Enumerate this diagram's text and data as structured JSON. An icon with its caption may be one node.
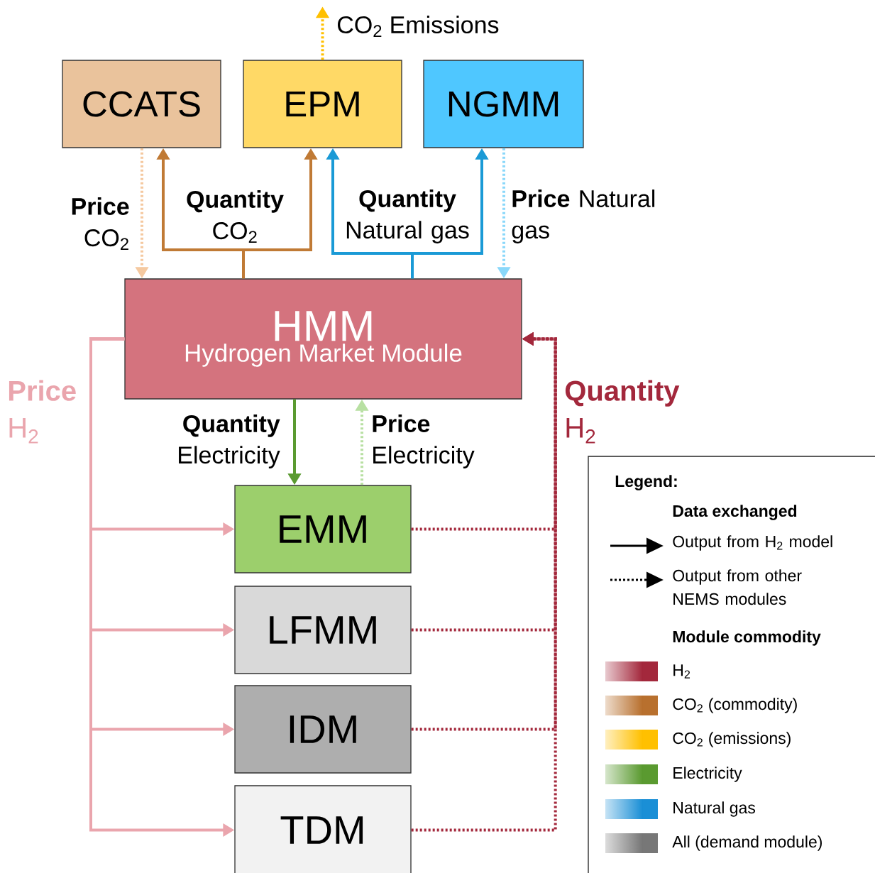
{
  "diagram": {
    "nodes": [
      {
        "text": [
          "CCATS"
        ]
      },
      {
        "text": [
          "EPM"
        ]
      },
      {
        "text": [
          "NGMM"
        ]
      },
      {
        "text": [
          "HMM",
          "Hydrogen Market Module"
        ]
      },
      {
        "text": [
          "EMM"
        ]
      },
      {
        "text": [
          "LFMM"
        ]
      },
      {
        "text": [
          "IDM"
        ]
      },
      {
        "text": [
          "TDM"
        ]
      }
    ],
    "edges": [
      {
        "from": 0,
        "to": 3,
        "arrow": "to",
        "style": "dashed",
        "color": "#f5c9a0",
        "label": "**Price** CO$_{2}$"
      },
      {
        "from": 3,
        "to": 0,
        "arrow": "to",
        "color": "#c07a35",
        "label": "**Quantity** CO$_{2}$"
      },
      {
        "from": 3,
        "to": 1,
        "arrow": "to",
        "color": "#c07a35"
      },
      {
        "from": 3,
        "to": 1,
        "arrow": "to",
        "color": "#1a9ad6",
        "label": "**Quantity** Natural gas"
      },
      {
        "from": 3,
        "to": 2,
        "arrow": "to",
        "color": "#1a9ad6"
      },
      {
        "from": 2,
        "to": 3,
        "arrow": "to",
        "style": "dashed",
        "color": "#8ad8fa",
        "label": "**Price** Natural gas"
      },
      {
        "from": 1,
        "to": null,
        "arrow": "to",
        "style": "dashed",
        "color": "#ffc000",
        "label": "CO$_{2}$ Emissions"
      },
      {
        "from": 3,
        "to": 4,
        "arrow": "to",
        "color": "#5a9a30",
        "label": "**Quantity** Electricity"
      },
      {
        "from": 4,
        "to": 3,
        "arrow": "to",
        "style": "dashed",
        "color": "#b8e0a2",
        "label": "**Price** Electricity"
      },
      {
        "from": 3,
        "to": 4,
        "arrow": "to",
        "color": "#eaa5ad",
        "label": "**Price** H$_{2}$"
      },
      {
        "from": 3,
        "to": 5,
        "arrow": "to",
        "color": "#eaa5ad"
      },
      {
        "from": 3,
        "to": 6,
        "arrow": "to",
        "color": "#eaa5ad"
      },
      {
        "from": 3,
        "to": 7,
        "arrow": "to",
        "color": "#eaa5ad"
      },
      {
        "from": 4,
        "to": 3,
        "arrow": "to",
        "style": "dashed",
        "color": "#a3283c",
        "label": "**Quantity** H$_{2}$"
      },
      {
        "from": 5,
        "to": 3,
        "arrow": "to",
        "style": "dashed",
        "color": "#a3283c"
      },
      {
        "from": 6,
        "to": 3,
        "arrow": "to",
        "style": "dashed",
        "color": "#a3283c"
      },
      {
        "from": 7,
        "to": 3,
        "arrow": "to",
        "style": "dashed",
        "color": "#a3283c"
      }
    ],
    "labels": [
      "Legend:",
      "Data exchanged",
      "Module commodity"
    ],
    "legend": [
      {
        "text": "Output from H$_{2}$ model"
      },
      {
        "text": "Output from other NEMS modules"
      },
      {
        "text": "H$_{2}$",
        "color": "#a3283c"
      },
      {
        "text": "CO$_{2}$ (commodity)",
        "color": "#b8702e"
      },
      {
        "text": "CO$_{2}$ (emissions)",
        "color": "#ffc000"
      },
      {
        "text": "Electricity",
        "color": "#5a9a30"
      },
      {
        "text": "Natural gas",
        "color": "#1a8fd6"
      },
      {
        "text": "All (demand module)",
        "color": "#777777"
      }
    ]
  }
}
